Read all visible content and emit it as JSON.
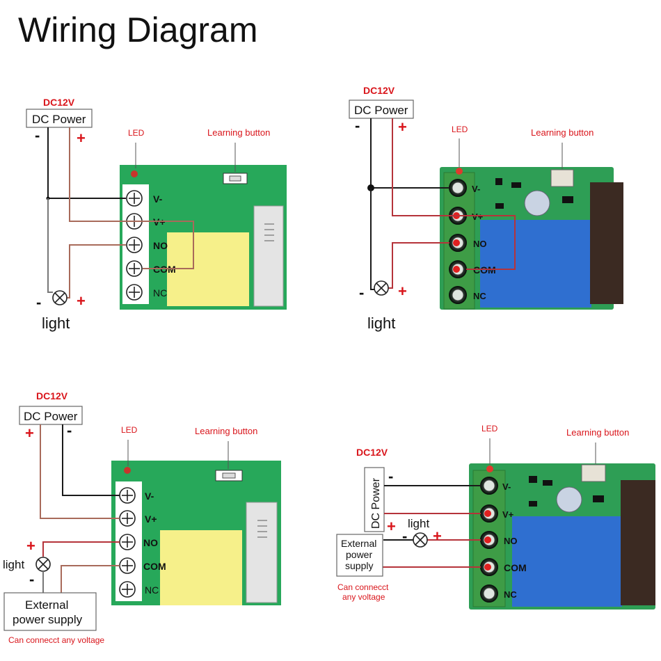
{
  "title": "Wiring Diagram",
  "labels": {
    "dc12v": "DC12V",
    "dc_power": "DC Power",
    "led": "LED",
    "learning_button": "Learning button",
    "light": "light",
    "minus": "-",
    "plus": "+",
    "external_power_supply": "External power supply",
    "external": "External",
    "power": "power",
    "supply": "supply",
    "can_connect": "Can connecct any voltage",
    "can_connect_l1": "Can connecct",
    "can_connect_l2": "any voltage"
  },
  "terminals": [
    "V-",
    "V+",
    "NO",
    "COM",
    "NC"
  ],
  "colors": {
    "board_green": "#27a85a",
    "terminal_green": "#3a9a4a",
    "relay_yellow": "#f6f08a",
    "relay_blue": "#2f6fd0",
    "label_red": "#d9151b"
  }
}
